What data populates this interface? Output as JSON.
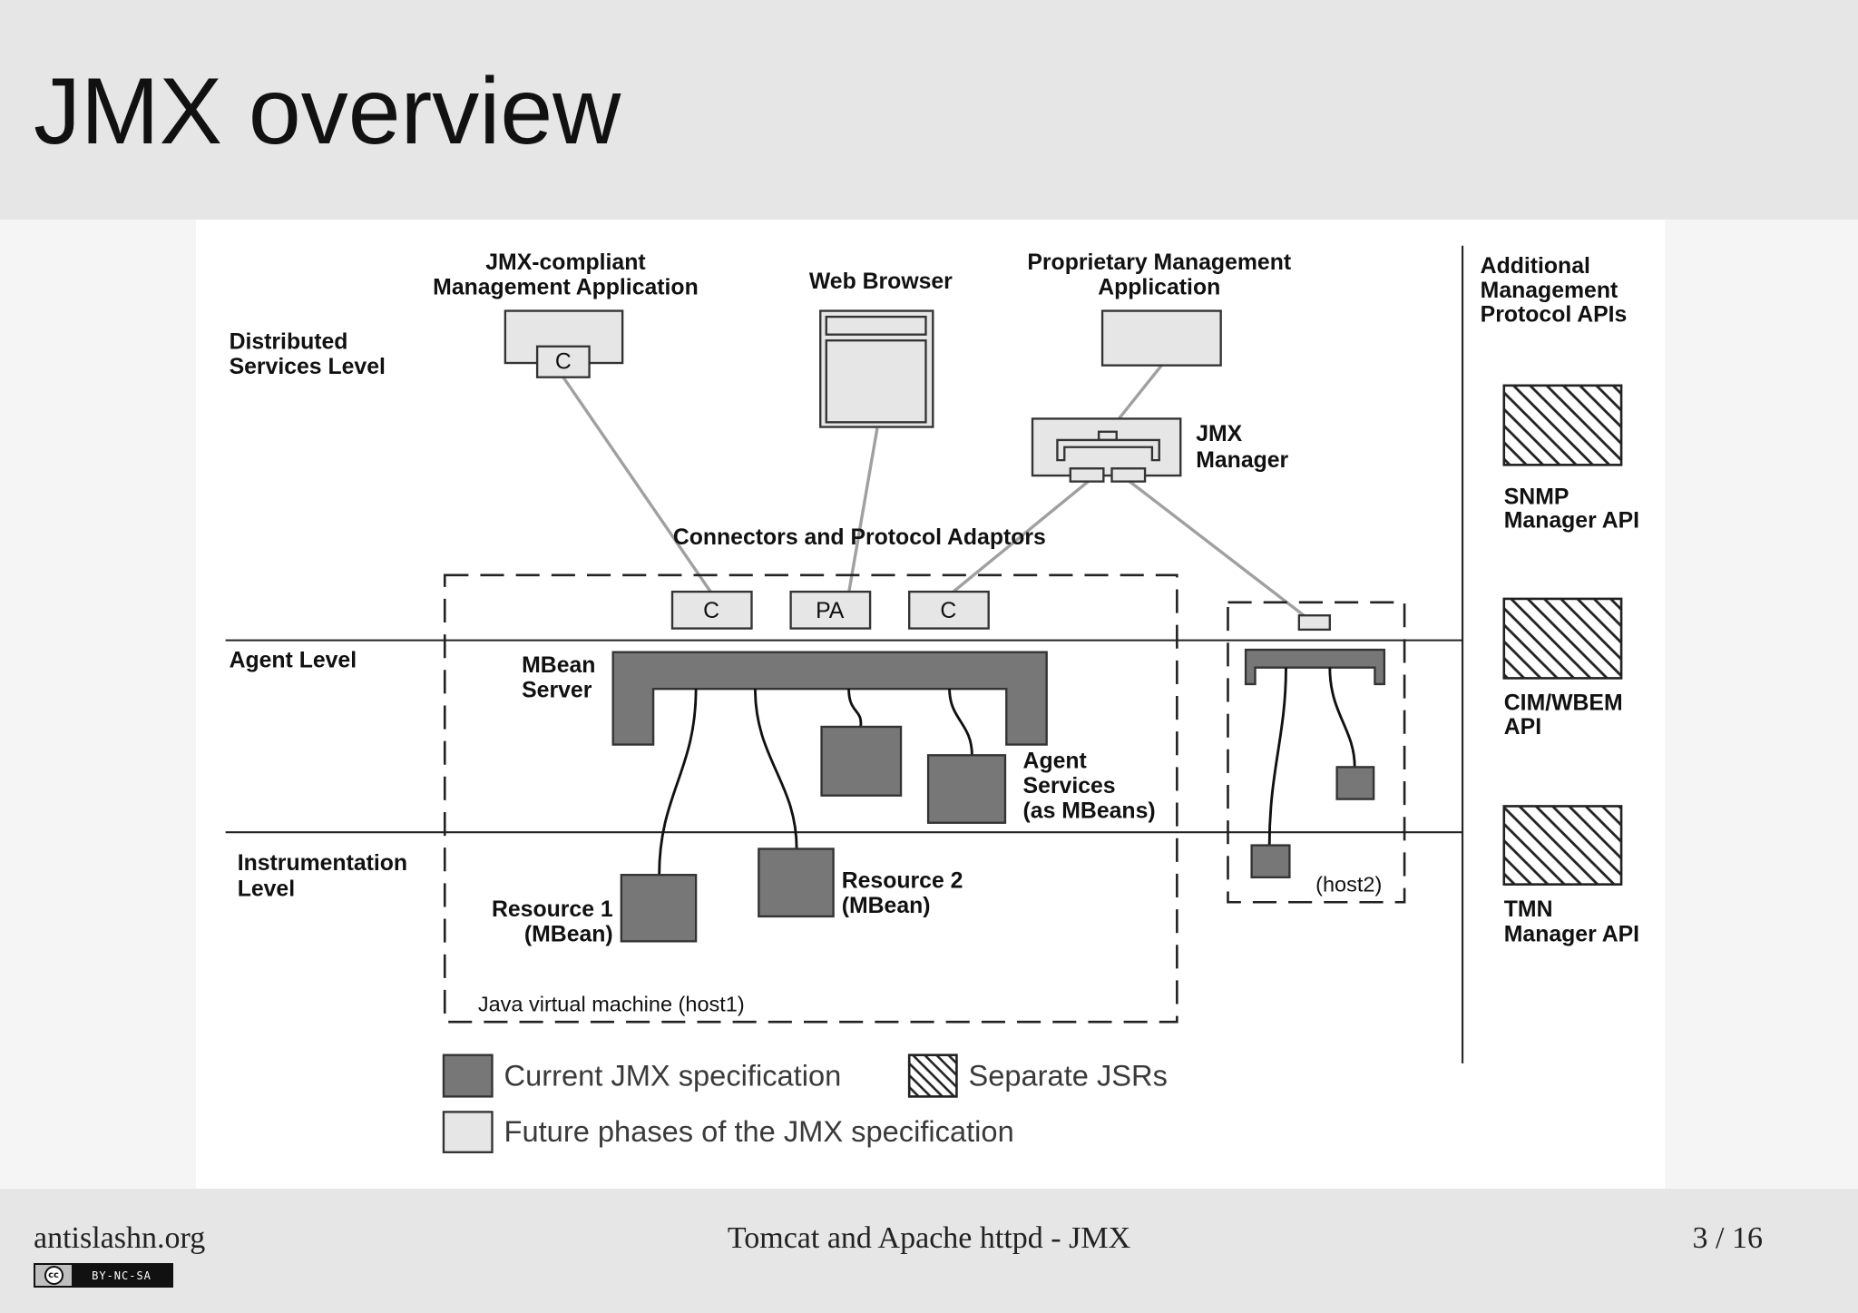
{
  "header": {
    "title": "JMX overview"
  },
  "diagram": {
    "levels": {
      "distributed": [
        "Distributed",
        "Services Level"
      ],
      "agent": "Agent Level",
      "instrumentation": [
        "Instrumentation",
        "Level"
      ]
    },
    "jmx_compliant_app": {
      "lines": [
        "JMX-compliant",
        "Management Application"
      ],
      "connector": "C"
    },
    "web_browser": {
      "label": "Web Browser"
    },
    "proprietary_app": {
      "lines": [
        "Proprietary Management",
        "Application"
      ]
    },
    "jmx_manager": {
      "lines": [
        "JMX",
        "Manager"
      ]
    },
    "connectors": {
      "title": "Connectors and Protocol Adaptors",
      "labels": [
        "C",
        "PA",
        "C"
      ]
    },
    "mbean_server": {
      "lines": [
        "MBean",
        "Server"
      ]
    },
    "agent_services": {
      "lines": [
        "Agent",
        "Services",
        "(as MBeans)"
      ]
    },
    "resource_1": {
      "lines": [
        "Resource 1",
        "(MBean)"
      ]
    },
    "resource_2": {
      "lines": [
        "Resource 2",
        "(MBean)"
      ]
    },
    "host1": {
      "label": "Java virtual machine (host1)"
    },
    "host2": {
      "label": "(host2)"
    },
    "additional_apis": {
      "title": [
        "Additional",
        "Management",
        "Protocol APIs"
      ],
      "items": [
        {
          "lines": [
            "SNMP",
            "Manager API"
          ]
        },
        {
          "lines": [
            "CIM/WBEM",
            "API"
          ]
        },
        {
          "lines": [
            "TMN",
            "Manager API"
          ]
        }
      ]
    },
    "legend": {
      "current": "Current JMX specification",
      "separate": "Separate JSRs",
      "future": "Future phases of the JMX specification"
    }
  },
  "footer": {
    "site": "antislashn.org",
    "presentation_title": "Tomcat and Apache httpd - JMX",
    "page": "3 / 16",
    "license_badge": {
      "symbol": "cc",
      "terms": "BY-NC-SA"
    }
  },
  "colors": {
    "band_background": "#e6e6e6",
    "current_spec_fill": "#777777",
    "future_phase_fill": "#e6e6e6",
    "connection_line": "#a0a0a0"
  }
}
